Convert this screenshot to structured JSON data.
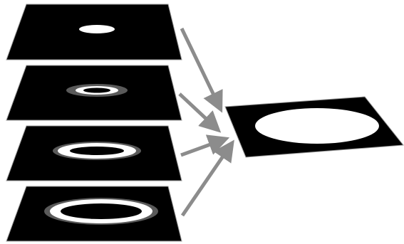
{
  "colors": {
    "background": "#ffffff",
    "panel_fill": "#000000",
    "panel_edge": "#9a9a9a",
    "halo": "#5a5a5a",
    "ring": "#ffffff",
    "arrow": "#8c8c8c"
  },
  "layers": [
    {
      "id": "layer-1",
      "shape": "filled-ellipse",
      "halo": false
    },
    {
      "id": "layer-2",
      "shape": "ring",
      "halo": true
    },
    {
      "id": "layer-3",
      "shape": "ring",
      "halo": true
    },
    {
      "id": "layer-4",
      "shape": "ring",
      "halo": true
    }
  ],
  "result": {
    "id": "combined-output",
    "shape": "filled-ellipse"
  },
  "arrows": {
    "count": 4,
    "direction": "layers-to-result",
    "icon": "arrow-icon"
  }
}
